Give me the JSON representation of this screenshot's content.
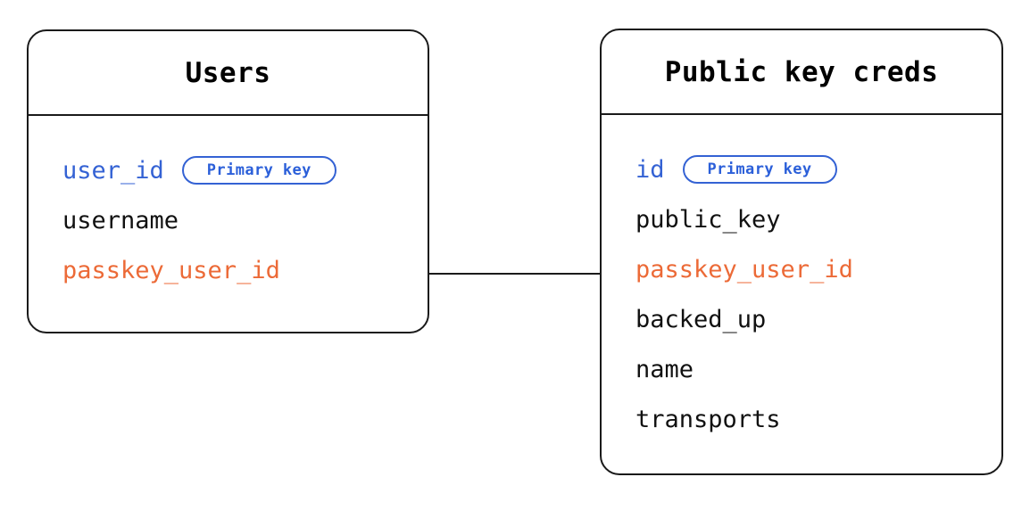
{
  "diagram": {
    "type": "entity-relationship",
    "background_color": "#ffffff",
    "colors": {
      "border": "#1a1a1a",
      "primary_key": "#3462d4",
      "foreign_key": "#ec6a37",
      "default_text": "#111111",
      "badge_text": "#2b5fd9"
    },
    "entities": [
      {
        "id": "users",
        "title": "Users",
        "fields": [
          {
            "name": "user_id",
            "role": "pk",
            "badge": "Primary key"
          },
          {
            "name": "username",
            "role": "plain",
            "badge": null
          },
          {
            "name": "passkey_user_id",
            "role": "fk",
            "badge": null
          }
        ]
      },
      {
        "id": "public-key-creds",
        "title": "Public key creds",
        "fields": [
          {
            "name": "id",
            "role": "pk",
            "badge": "Primary key"
          },
          {
            "name": "public_key",
            "role": "plain",
            "badge": null
          },
          {
            "name": "passkey_user_id",
            "role": "fk",
            "badge": null
          },
          {
            "name": "backed_up",
            "role": "plain",
            "badge": null
          },
          {
            "name": "name",
            "role": "plain",
            "badge": null
          },
          {
            "name": "transports",
            "role": "plain",
            "badge": null
          }
        ]
      }
    ],
    "relationships": [
      {
        "from": "users.passkey_user_id",
        "to": "public-key-creds.passkey_user_id",
        "style": "straight-line"
      }
    ]
  }
}
